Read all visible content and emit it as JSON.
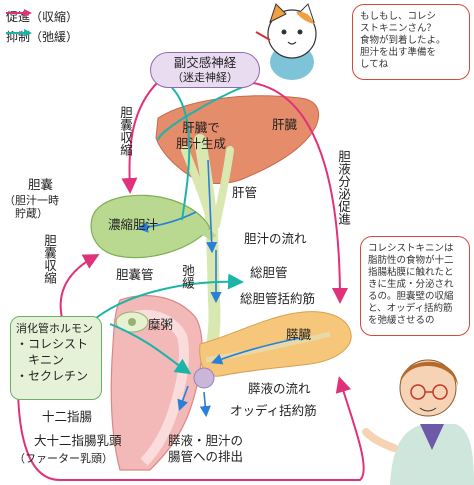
{
  "legend": {
    "promote": "促進（収縮）",
    "inhibit": "抑制（弛緩）",
    "promote_color": "#e0327a",
    "inhibit_color": "#1bb4a8"
  },
  "nerve_box": {
    "line1": "副交感神経",
    "line2": "（迷走神経）"
  },
  "cat_bubble": [
    "もしもし、コレシ",
    "ストキニンさん？",
    "食物が到着したよ。",
    "胆汁を出す準備を",
    "してね"
  ],
  "doctor_bubble": [
    "コレシストキニンは",
    "脂肪性の食物が十二",
    "指腸粘膜に触れたと",
    "きに生成・分泌され",
    "るの。胆嚢壁の収縮",
    "と、オッディ括約筋",
    "を弛緩させるの"
  ],
  "labels": {
    "liver": "肝臓",
    "liver_bile": "肝臓で\n胆汁生成",
    "gallbladder_contract_top": "胆囊収縮",
    "gallbladder": "胆囊",
    "gallbladder_note": "（胆汁一時\n貯蔵）",
    "concentrated_bile": "濃縮胆汁",
    "hepatic_duct": "肝管",
    "bile_flow": "胆汁の流れ",
    "cystic_duct": "胆囊管",
    "relax": "弛緩",
    "common_bile_duct": "総胆管",
    "cbd_sphincter": "総胆管括約筋",
    "bile_secretion_promote": "胆液分泌促進",
    "gallbladder_contract_left": "胆囊収縮",
    "hormone_title": "消化管ホルモン",
    "hormone_item1": "・コレシスト",
    "hormone_item1b": "キニン",
    "hormone_item2": "・セクレチン",
    "chyme": "糜粥",
    "pancreas": "膵臓",
    "pancreatic_flow": "膵液の流れ",
    "oddi": "オッディ括約筋",
    "duodenum": "十二指腸",
    "papilla": "大十二指腸乳頭",
    "papilla_alt": "（ファーター乳頭）",
    "excretion": "膵液・胆汁の",
    "excretion2": "腸管への排出"
  },
  "icons": [
    "cat-mascot-icon",
    "doctor-icon",
    "promote-arrow-icon",
    "inhibit-arrow-icon"
  ]
}
